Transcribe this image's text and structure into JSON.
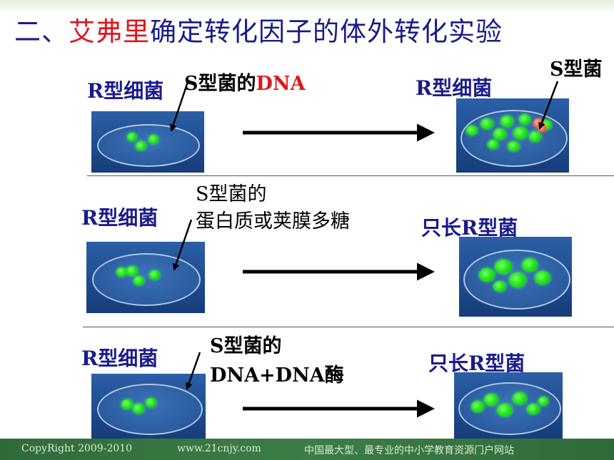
{
  "title": {
    "prefix": "二、",
    "highlight": "艾弗里",
    "rest": "确定转化因子的体外转化实验"
  },
  "rows": [
    {
      "left_label": "R型细菌",
      "added_prefix": "S型菌的",
      "added_highlight": "DNA",
      "right_label": "R型细菌",
      "right_extra": "S型菌"
    },
    {
      "left_label": "R型细菌",
      "added_line1": "S型菌的",
      "added_line2": "蛋白质或荚膜多糖",
      "right_label": "只长R型菌"
    },
    {
      "left_label": "R型细菌",
      "added_line1": "S型菌的",
      "added_line2": "DNA+DNA酶",
      "right_label": "只长R型菌"
    }
  ],
  "footer": {
    "copyright": "CopyRight 2009-2010",
    "url": "www.21cnjy.com",
    "slogan": "中国最大型、最专业的中小学教育资源门户网站"
  },
  "colors": {
    "title_blue": "#1b1b8c",
    "highlight_red": "#e0161b",
    "colony_green": "#24e81e",
    "colony_s": "#ef5c3a",
    "dish_blue": "#2c5fa6"
  }
}
